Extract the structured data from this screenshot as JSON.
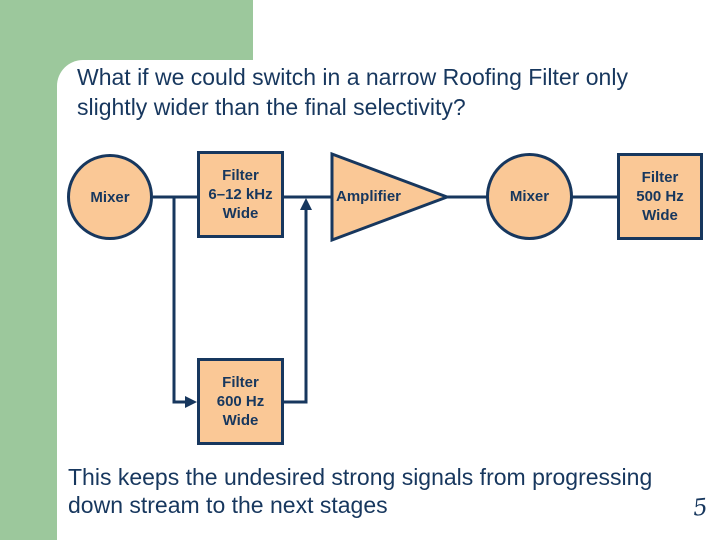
{
  "colors": {
    "accent_green": "#9CC89C",
    "navy": "#17375E",
    "block_fill_peach": "#FAC896",
    "background": "#FFFFFF"
  },
  "title": {
    "line1": "What if we could switch in a narrow Roofing Filter only",
    "line2": "slightly wider than the final selectivity?"
  },
  "diagram": {
    "mixer1": {
      "label": "Mixer"
    },
    "filter_roofing": {
      "label": "Filter\n6–12 kHz\nWide"
    },
    "amplifier": {
      "label": "Amplifier"
    },
    "mixer2": {
      "label": "Mixer"
    },
    "filter_500": {
      "label": "Filter\n500 Hz\nWide"
    },
    "filter_600": {
      "label": "Filter\n600 Hz\nWide"
    }
  },
  "body": {
    "line1": "This keeps the undesired strong signals from progressing",
    "line2": "down stream to the next stages"
  },
  "page_number": "5"
}
